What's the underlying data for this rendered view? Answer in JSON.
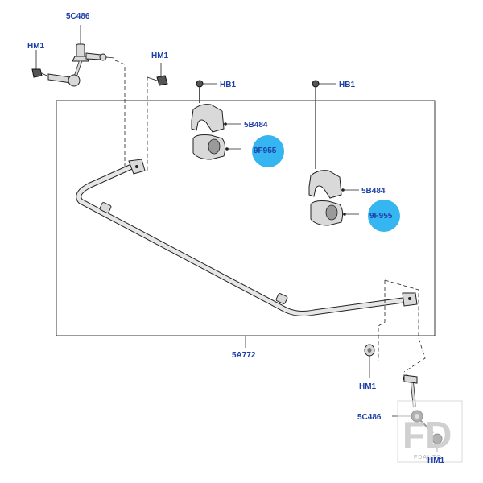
{
  "callouts": {
    "link_top_label": "5C486",
    "hm1_top_left": "HM1",
    "hm1_top_mid": "HM1",
    "hb1_left": "HB1",
    "hb1_right": "HB1",
    "bracket_left": "5B484",
    "bracket_right": "5B484",
    "bushing_left": "9F955",
    "bushing_right": "9F955",
    "bar_label": "5A772",
    "hm1_bottom_mid": "HM1",
    "link_bottom_label": "5C486",
    "hm1_bottom_right": "HM1"
  },
  "watermark": {
    "main": "FD",
    "sub": "FDAUTO"
  },
  "colors": {
    "label": "#1f3fa8",
    "highlight": "#35b6f0"
  }
}
